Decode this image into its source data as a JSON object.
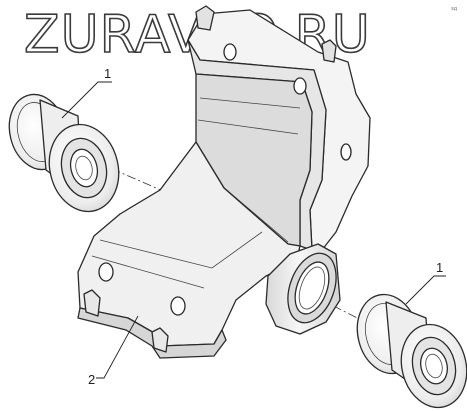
{
  "watermark": {
    "text": "ZURAVTO.RU"
  },
  "corner_mark": "зд",
  "callouts": [
    {
      "id": "bushing-left",
      "label": "1"
    },
    {
      "id": "bushing-right",
      "label": "1"
    },
    {
      "id": "bracket",
      "label": "2"
    }
  ],
  "colors": {
    "line": "#2a2a2a",
    "face_light": "#f6f6f6",
    "face_mid": "#e6e6e6",
    "face_dark": "#d2d2d2",
    "background": "#ffffff"
  }
}
